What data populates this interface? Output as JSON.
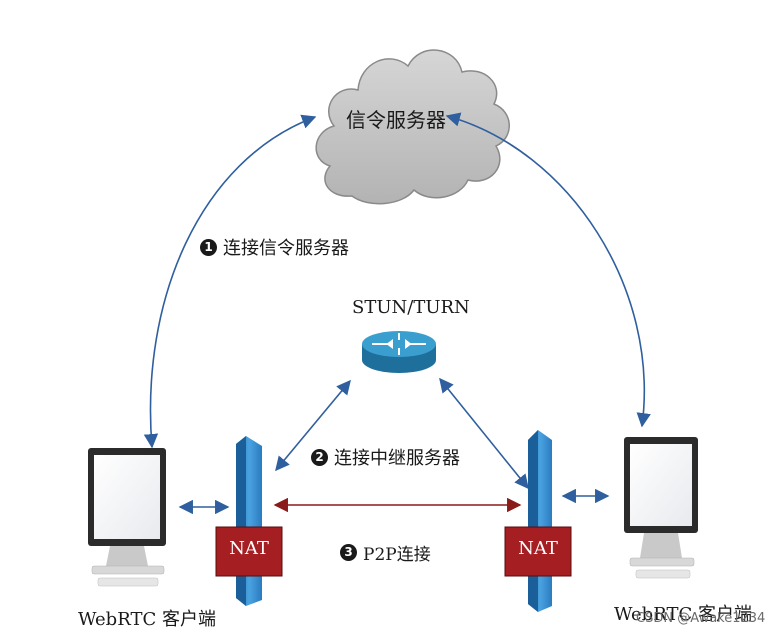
{
  "signaling_server": {
    "label": "信令服务器"
  },
  "steps": [
    {
      "number": "1",
      "label": "连接信令服务器"
    },
    {
      "number": "2",
      "label": "连接中继服务器"
    },
    {
      "number": "3",
      "label": "P2P连接"
    }
  ],
  "relay_server": {
    "label": "STUN/TURN"
  },
  "nat_left": {
    "label": "NAT"
  },
  "nat_right": {
    "label": "NAT"
  },
  "client_left": {
    "label": "WebRTC 客户端"
  },
  "client_right": {
    "label": "WebRTC 客户端"
  },
  "watermark": "CSDN @Awake1234",
  "colors": {
    "blue_arrow": "#2f5f9e",
    "red_arrow": "#8b1a1a",
    "firewall": "#3a8fd1",
    "nat_box": "#a51e22",
    "router": "#2f8fbf"
  }
}
